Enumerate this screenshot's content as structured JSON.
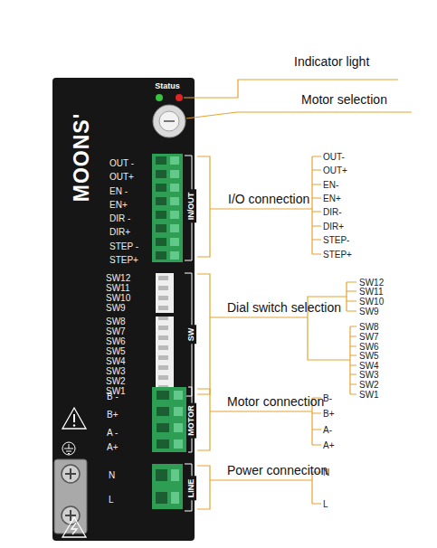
{
  "diagram": {
    "nodes": [
      {
        "text": [
          "MOONS'"
        ]
      }
    ],
    "labels": [
      "Indicator light",
      "Status",
      "Motor selection",
      "OUT -",
      "OUT+",
      "EN -",
      "EN+",
      "DIR -",
      "DIR+",
      "STEP -",
      "STEP+",
      "IN/OUT",
      "I/O connection",
      "OUT-",
      "OUT+",
      "EN-",
      "EN+",
      "DIR-",
      "DIR+",
      "STEP-",
      "STEP+",
      "SW12",
      "SW11",
      "SW10",
      "SW9",
      "SW8",
      "SW7",
      "SW6",
      "SW5",
      "SW4",
      "SW3",
      "SW2",
      "SW1",
      "SW",
      "Dial switch selection",
      "SW12",
      "SW11",
      "SW10",
      "SW9",
      "SW8",
      "SW7",
      "SW6",
      "SW5",
      "SW4",
      "SW3",
      "SW2",
      "SW1",
      "B -",
      "B+",
      "A -",
      "A+",
      "MOTOR",
      "Motor connection",
      "B-",
      "B+",
      "A-",
      "A+",
      "N",
      "L",
      "LINE",
      "Power conneciton",
      "N",
      "L"
    ]
  }
}
